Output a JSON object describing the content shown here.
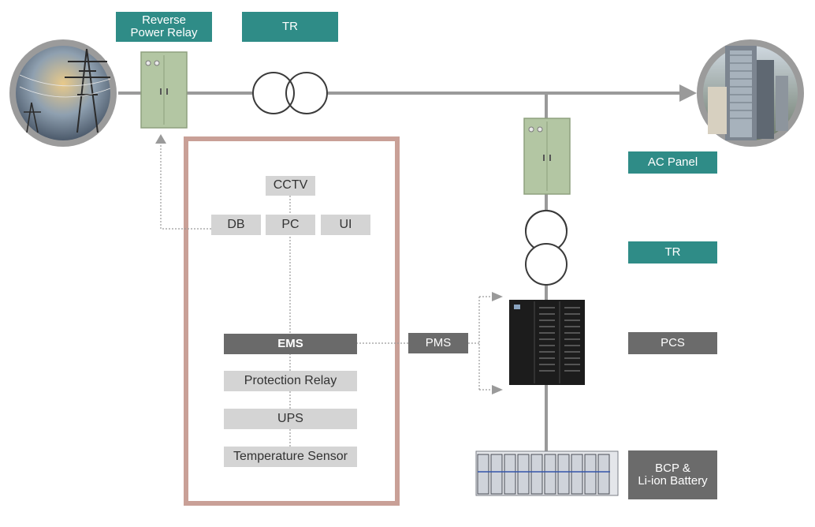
{
  "labels": {
    "reverse_power_relay": "Reverse\nPower Relay",
    "tr_top": "TR",
    "ac_panel": "AC Panel",
    "tr_right": "TR",
    "pcs": "PCS",
    "bcp_battery": "BCP &\nLi-ion Battery",
    "pms": "PMS"
  },
  "ems_block": {
    "cctv": "CCTV",
    "db": "DB",
    "pc": "PC",
    "ui": "UI",
    "ems": "EMS",
    "protection_relay": "Protection Relay",
    "ups": "UPS",
    "temperature_sensor": "Temperature Sensor"
  },
  "colors": {
    "teal": "#2f8c87",
    "dark_gray": "#6b6b6b",
    "light_gray": "#d4d4d4",
    "ems_border": "#c9a097",
    "line": "#9a9a9a",
    "panel": "#b3c6a3"
  },
  "icons": [
    "power-tower-icon",
    "building-icon",
    "ac-panel-icon",
    "pcs-cabinet-icon",
    "battery-rack-icon",
    "transformer-icon"
  ]
}
